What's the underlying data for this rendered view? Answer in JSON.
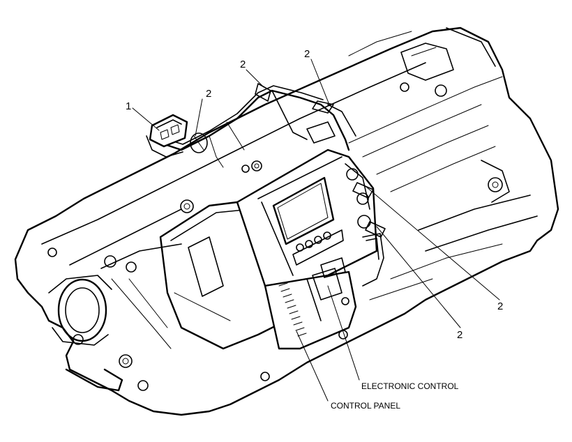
{
  "diagram": {
    "callouts": [
      {
        "id": "c1",
        "text": "1"
      },
      {
        "id": "c2a",
        "text": "2"
      },
      {
        "id": "c2b",
        "text": "2"
      },
      {
        "id": "c2c",
        "text": "2"
      },
      {
        "id": "c2d",
        "text": "2"
      },
      {
        "id": "c2e",
        "text": "2"
      }
    ],
    "labels": {
      "electronic_control": "ELECTRONIC CONTROL",
      "control_panel": "CONTROL PANEL"
    }
  }
}
